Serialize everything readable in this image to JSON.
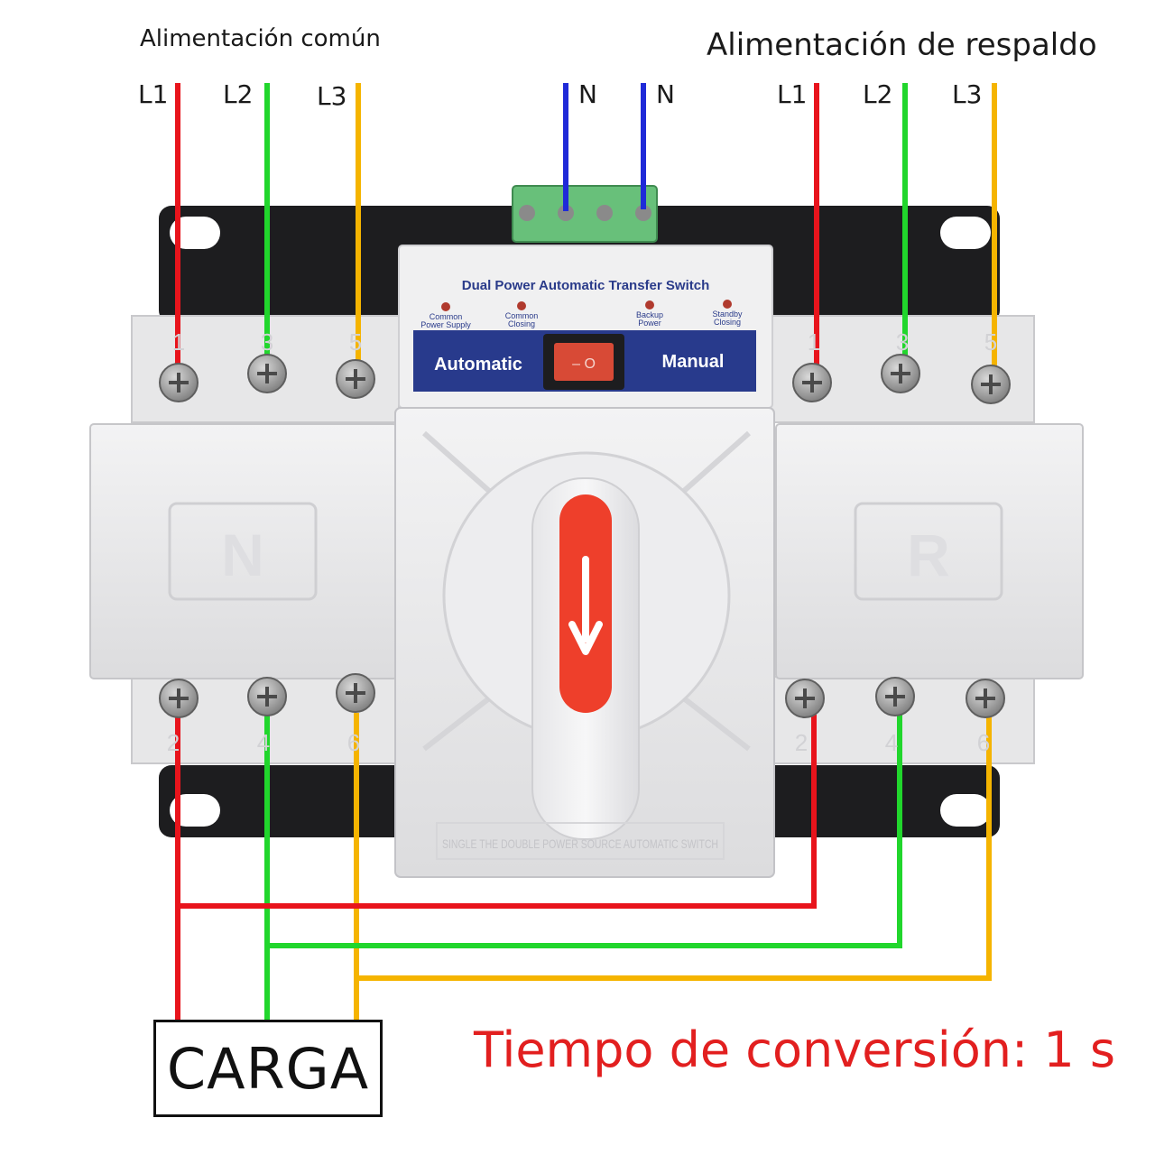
{
  "labels": {
    "common_supply": "Alimentación común",
    "backup_supply": "Alimentación de respaldo",
    "load": "CARGA",
    "conversion_time": "Tiempo de conversión: 1 s"
  },
  "wires": {
    "common": [
      "L1",
      "L2",
      "L3"
    ],
    "neutral": [
      "N",
      "N"
    ],
    "backup": [
      "L1",
      "L2",
      "L3"
    ]
  },
  "device": {
    "title": "Dual Power Automatic Transfer Switch",
    "indicators": [
      [
        "Common",
        "Power Supply"
      ],
      [
        "Common",
        "Closing"
      ],
      [
        "Backup",
        "Power"
      ],
      [
        "Standby",
        "Closing"
      ]
    ],
    "mode_left": "Automatic",
    "mode_right": "Manual",
    "rocker": "– O",
    "left_pole_letter": "N",
    "right_pole_letter": "R",
    "top_terminal_numbers": [
      "1",
      "3",
      "5"
    ],
    "bottom_terminal_numbers": [
      "2",
      "4",
      "6"
    ],
    "bottom_inscription": "SINGLE THE DOUBLE POWER SOURCE AUTOMATIC SWITCH"
  },
  "colors": {
    "L1": "#e8141c",
    "L2": "#21d62c",
    "L3": "#f5b400",
    "N": "#1f2ad8",
    "body": "#ececed",
    "panel": "#283a8c",
    "handle_red": "#ee3f2b"
  }
}
